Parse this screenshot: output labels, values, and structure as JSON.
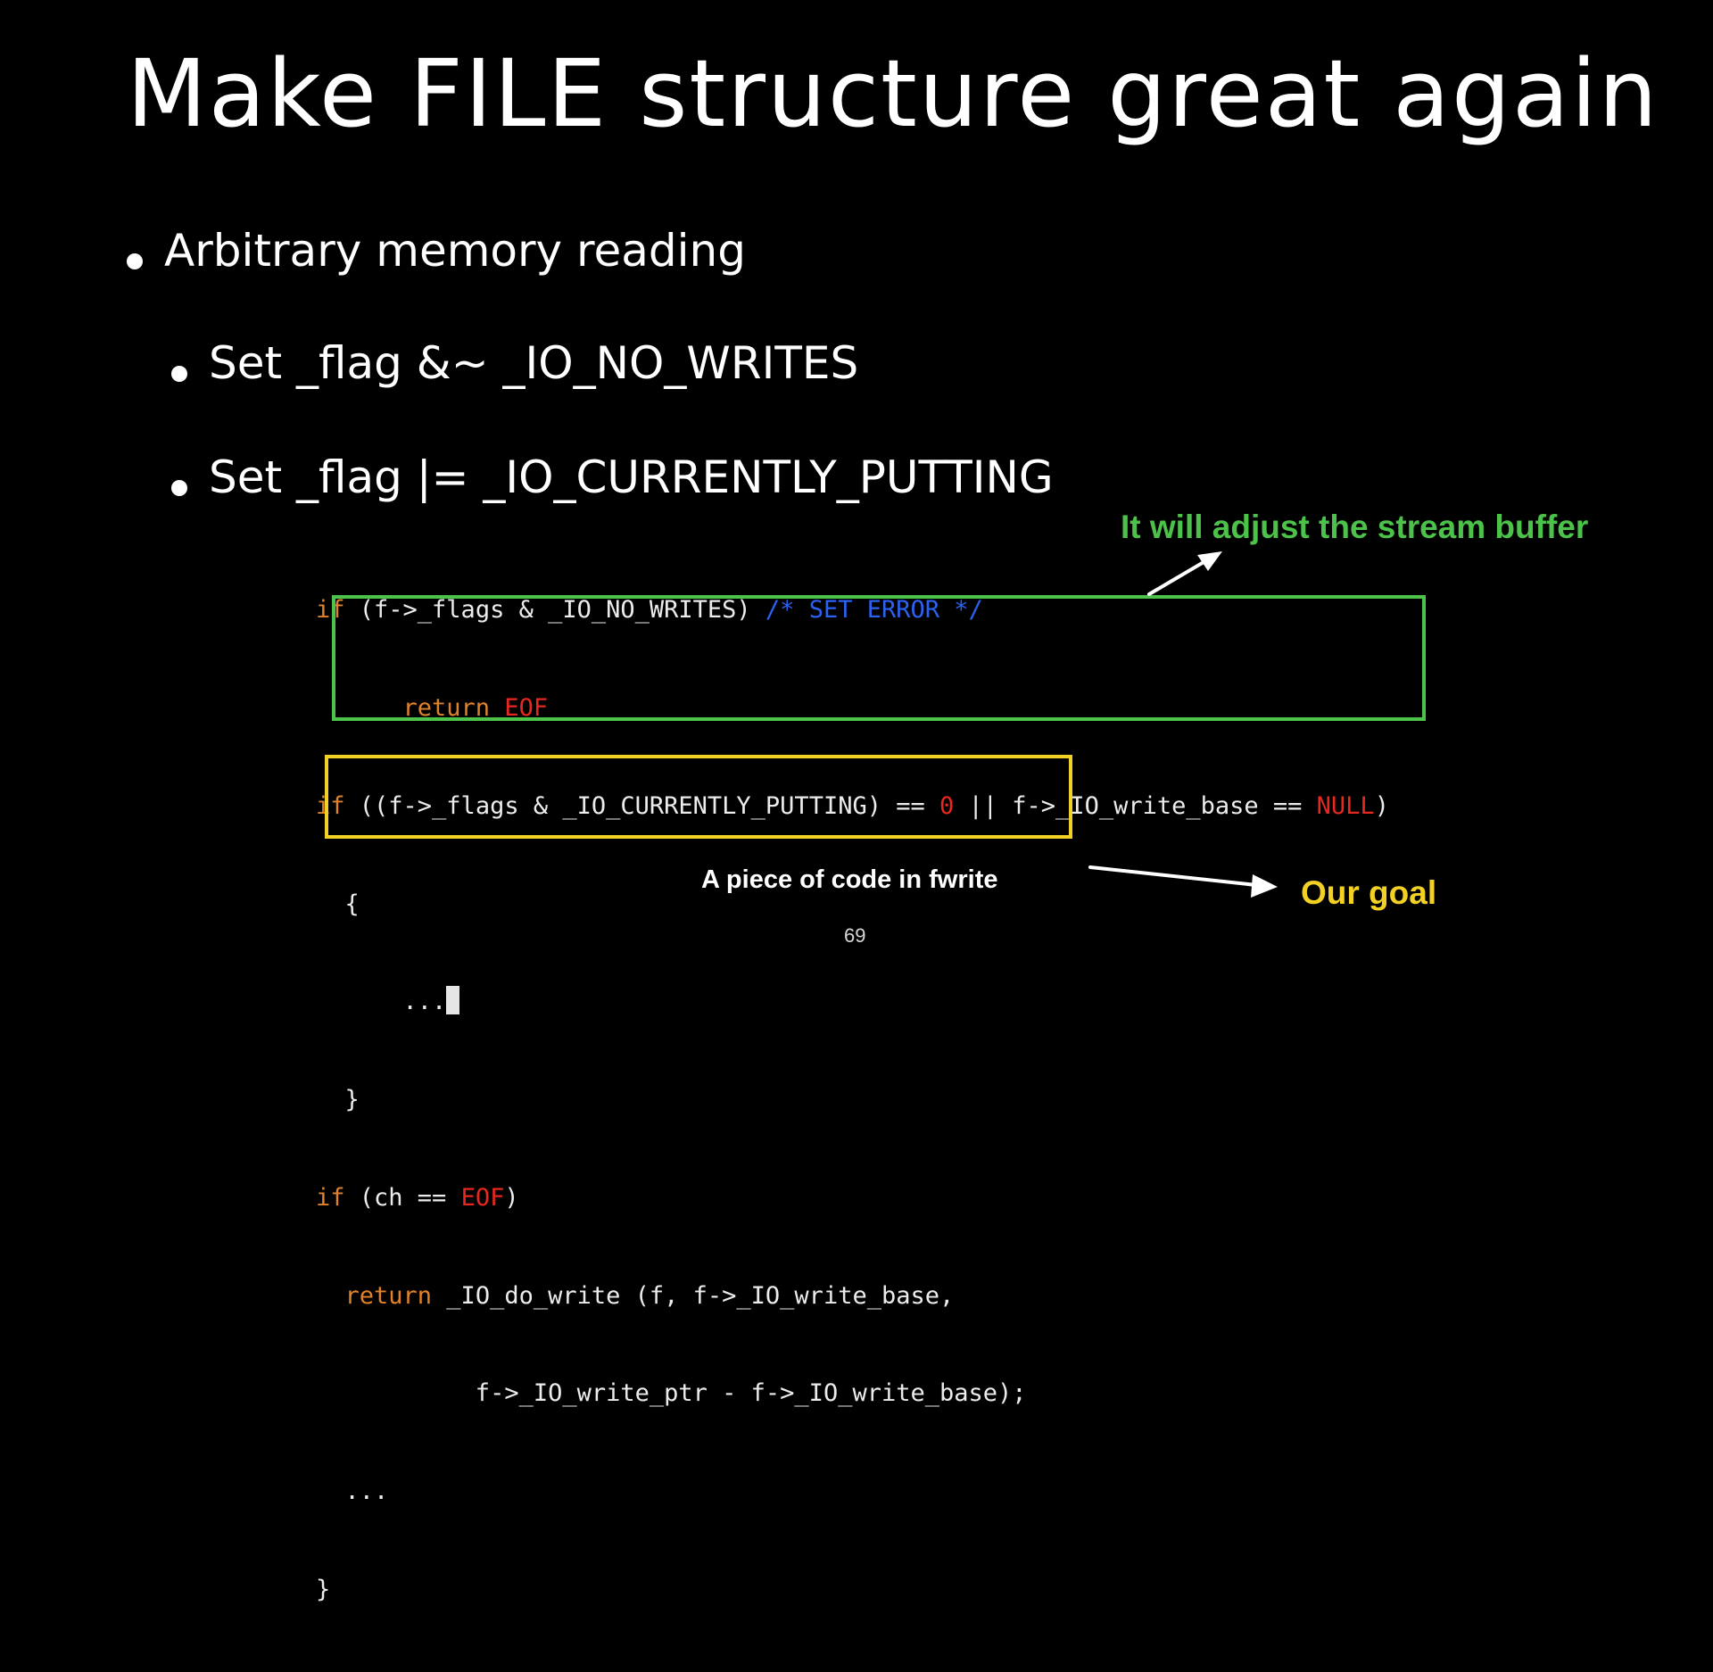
{
  "slide": {
    "title": "Make FILE structure great again",
    "bullets": [
      {
        "level": 1,
        "text": "Arbitrary memory reading"
      },
      {
        "level": 2,
        "text": "Set _flag &~ _IO_NO_WRITES"
      },
      {
        "level": 2,
        "text": "Set _flag  |= _IO_CURRENTLY_PUTTING"
      }
    ],
    "page_number": "69"
  },
  "code": {
    "l1_a": "if",
    "l1_b": " (f->_flags & _IO_NO_WRITES) ",
    "l1_c": "/* SET ERROR */",
    "l2_a": "      return",
    "l2_b": " EOF",
    "l3_a": "if",
    "l3_b": " ((f->_flags & _IO_CURRENTLY_PUTTING) == ",
    "l3_c": "0",
    "l3_d": " || f->_IO_write_base == ",
    "l3_e": "NULL",
    "l3_f": ")",
    "l4": "  {",
    "l5": "      ...",
    "l6": "  }",
    "l7_a": "if",
    "l7_b": " (ch == ",
    "l7_c": "EOF",
    "l7_d": ")",
    "l8_a": "  return",
    "l8_b": " _IO_do_write (f, f->_IO_write_base,",
    "l9": "           f->_IO_write_ptr - f->_IO_write_base);",
    "l10": "  ...",
    "l11": "}"
  },
  "annotations": {
    "adjust_buffer": "It will adjust the stream buffer",
    "code_caption": "A piece of code in fwrite",
    "goal": "Our goal"
  },
  "colors": {
    "background": "#000000",
    "keyword": "#e0822a",
    "literal": "#e8271f",
    "comment": "#2c62f2",
    "highlight_green": "#4cc24a",
    "highlight_yellow": "#f2d024"
  }
}
